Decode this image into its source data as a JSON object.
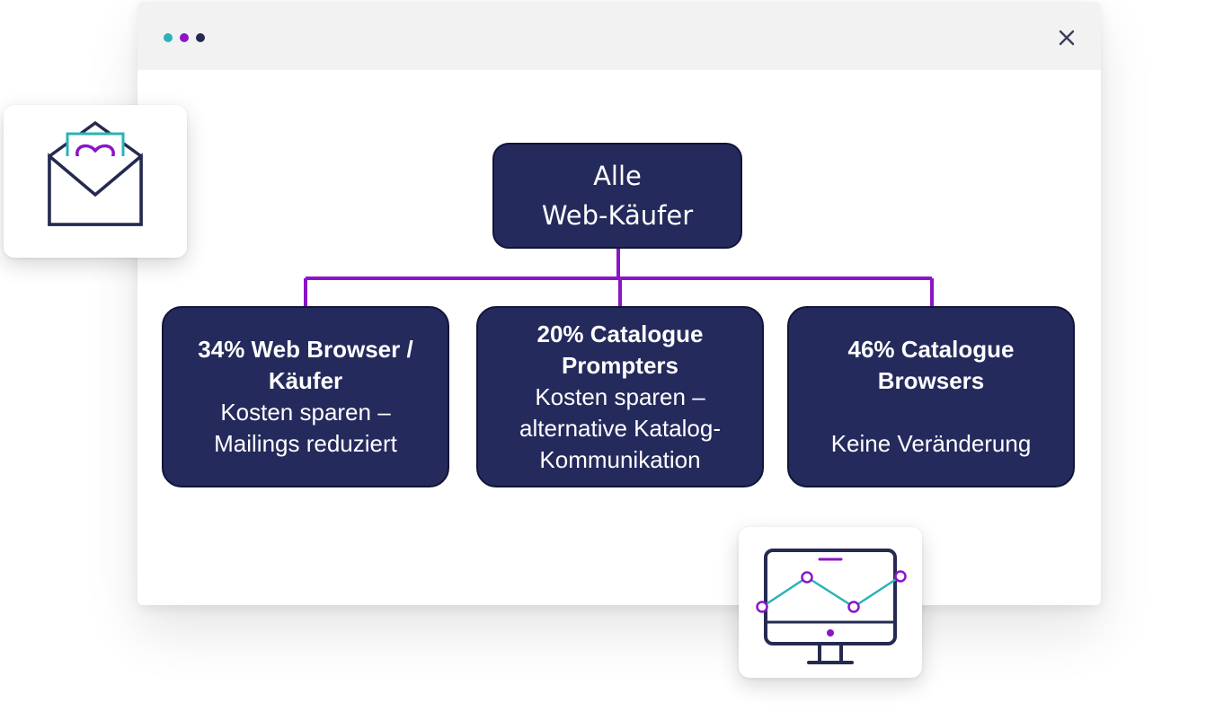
{
  "colors": {
    "dot_teal": "#2ab3b8",
    "dot_purple": "#8b14c9",
    "dot_navy": "#252a4f",
    "box_fill": "#252a5c",
    "connector": "#8b14c9",
    "icon_navy": "#252a4f",
    "icon_teal": "#2ab3b8",
    "icon_purple": "#8b14c9"
  },
  "window": {
    "close_icon": "close-icon"
  },
  "diagram": {
    "root": {
      "label": "Alle\nWeb-Käufer"
    },
    "children": [
      {
        "title": "34% Web Browser /\nKäufer",
        "description": "Kosten sparen –\nMailings reduziert"
      },
      {
        "title": "20% Catalogue\nPrompters",
        "description": "Kosten sparen –\nalternative Katalog-\nKommunikation"
      },
      {
        "title": "46% Catalogue\nBrowsers",
        "description": "Keine Veränderung"
      }
    ]
  },
  "icons": {
    "mail_card": "envelope-heart-icon",
    "monitor_card": "monitor-chart-icon"
  }
}
